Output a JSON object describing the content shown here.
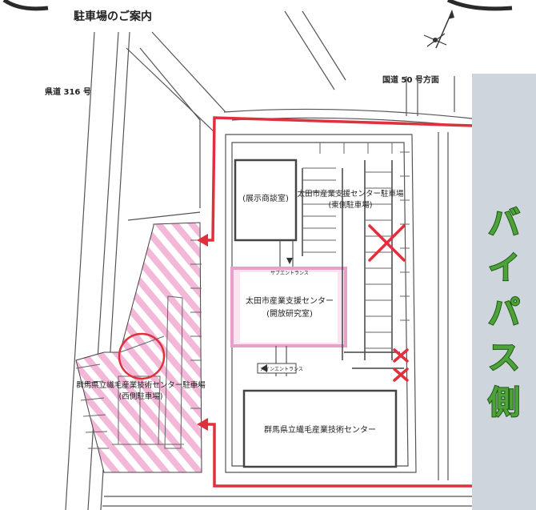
{
  "map": {
    "title": "駐車場のご案内",
    "road_left": "県道 316 号",
    "road_top_right": "国道 50 号方面",
    "bypass_label": [
      "バ",
      "イ",
      "パ",
      "ス",
      "側"
    ],
    "buildings": {
      "exhibition": "(展示商談室)",
      "center_line1": "太田市産業支援センター",
      "center_line2": "(開放研究室)",
      "gunma_center": "群馬県立繊毛産業技術センター"
    },
    "entrances": {
      "sub": "サブエントランス",
      "main": "メインエントランス"
    },
    "parking": {
      "east_line1": "太田市産業支援センター駐車場",
      "east_line2": "(東側駐車場)",
      "west_line1": "群馬県立繊毛産業技術センター駐車場",
      "west_line2": "(西側駐車場)"
    },
    "colors": {
      "route": "#e0303d",
      "hatch": "#f3b7d7",
      "bypass_band": "#cfd5dc",
      "bypass_text": "#4ea23a"
    }
  }
}
